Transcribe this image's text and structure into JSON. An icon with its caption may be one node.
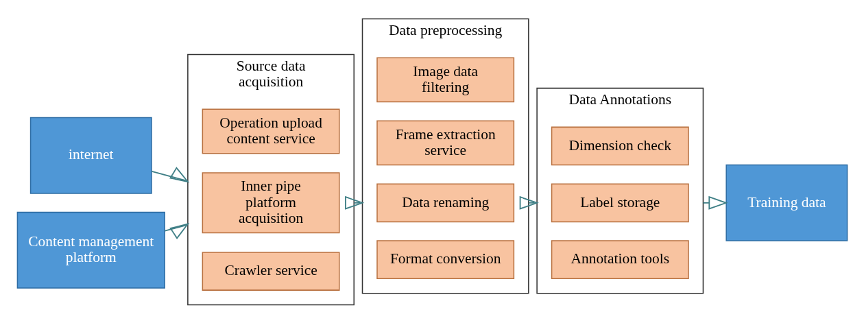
{
  "diagram": {
    "nodes": [
      {
        "text": [
          "internet"
        ]
      },
      {
        "text": [
          "Content management platform"
        ]
      },
      {
        "text": [
          "Source data acquisition"
        ]
      },
      {
        "text": [
          "Crawler service"
        ],
        "in": 2
      },
      {
        "text": [
          "Inner pipe platform acquisition"
        ],
        "in": 2
      },
      {
        "text": [
          "Operation upload content service"
        ],
        "in": 2
      },
      {
        "text": [
          "Data preprocessing"
        ]
      },
      {
        "text": [
          "Format conversion"
        ],
        "in": 6
      },
      {
        "text": [
          "Data renaming"
        ],
        "in": 6
      },
      {
        "text": [
          "Frame extraction service"
        ],
        "in": 6
      },
      {
        "text": [
          "Image data filtering"
        ],
        "in": 6
      },
      {
        "text": [
          "Data Annotations"
        ]
      },
      {
        "text": [
          "Annotation tools"
        ],
        "in": 11
      },
      {
        "text": [
          "Label storage"
        ],
        "in": 11
      },
      {
        "text": [
          "Dimension check"
        ],
        "in": 11
      },
      {
        "text": [
          "Training data"
        ]
      }
    ],
    "edges": [
      {
        "from": 0,
        "to": 2,
        "arrow": "to"
      },
      {
        "from": 1,
        "to": 2,
        "arrow": "to"
      },
      {
        "from": 2,
        "to": 6,
        "arrow": "to"
      },
      {
        "from": 6,
        "to": 11,
        "arrow": "to"
      },
      {
        "from": 11,
        "to": 15,
        "arrow": "to"
      }
    ]
  }
}
